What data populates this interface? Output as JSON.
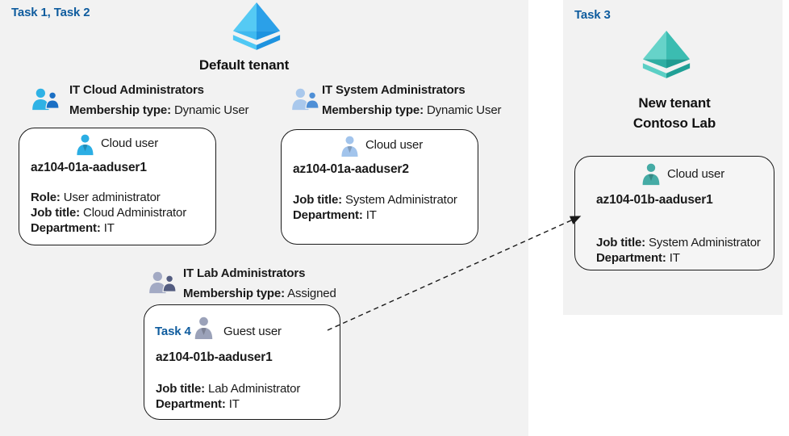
{
  "colors": {
    "panel_background": "#f2f2f2",
    "task_label_blue": "#0f5c9e",
    "card_border": "#1a1a1a",
    "tenant_icon_blue_light": "#55caf4",
    "tenant_icon_blue_dark": "#1e93df",
    "tenant_icon_teal_light": "#66d3c9",
    "tenant_icon_teal_dark": "#1f9c92",
    "user_icon_cyan": "#2baee4",
    "user_icon_steel_blue": "#a2c4ec",
    "user_icon_gray": "#9ba2b9",
    "user_icon_teal": "#45aba5",
    "group_icon_cloud": [
      "#2fb2e5",
      "#1a6fc4"
    ],
    "group_icon_system": [
      "#a9c8ec",
      "#4e8fd6"
    ],
    "group_icon_lab": [
      "#a3aac4",
      "#535c80"
    ]
  },
  "left_panel": {
    "task_label": "Task 1, Task 2",
    "tenant_name": "Default tenant",
    "groups": {
      "cloud": {
        "name": "IT Cloud Administrators",
        "membership_label": "Membership type:",
        "membership_value": "Dynamic User"
      },
      "system": {
        "name": "IT System Administrators",
        "membership_label": "Membership type:",
        "membership_value": "Dynamic User"
      },
      "lab": {
        "name": "IT Lab Administrators",
        "membership_label": "Membership type:",
        "membership_value": "Assigned"
      }
    },
    "cards": {
      "user1": {
        "type_label": "Cloud user",
        "username": "az104-01a-aaduser1",
        "role_label": "Role:",
        "role_value": "User administrator",
        "job_label": "Job title:",
        "job_value": "Cloud Administrator",
        "dept_label": "Department:",
        "dept_value": "IT"
      },
      "user2": {
        "type_label": "Cloud user",
        "username": "az104-01a-aaduser2",
        "job_label": "Job title:",
        "job_value": "System Administrator",
        "dept_label": "Department:",
        "dept_value": "IT"
      },
      "guest": {
        "task_label": "Task 4",
        "type_label": "Guest user",
        "username": "az104-01b-aaduser1",
        "job_label": "Job title:",
        "job_value": "Lab Administrator",
        "dept_label": "Department:",
        "dept_value": "IT"
      }
    }
  },
  "right_panel": {
    "task_label": "Task 3",
    "tenant_name_line1": "New tenant",
    "tenant_name_line2": "Contoso Lab",
    "card": {
      "type_label": "Cloud user",
      "username": "az104-01b-aaduser1",
      "job_label": "Job title:",
      "job_value": "System Administrator",
      "dept_label": "Department:",
      "dept_value": "IT"
    }
  },
  "arrow": {
    "style": "dashed",
    "from": "guest-user-card",
    "to": "contoso-cloud-user-card"
  }
}
